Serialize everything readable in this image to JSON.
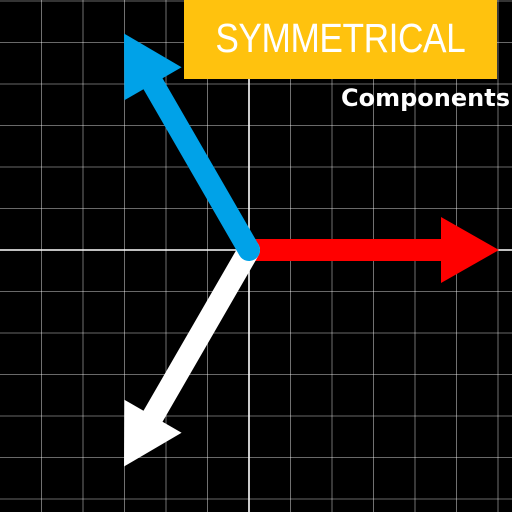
{
  "title": "SYMMETRICAL",
  "subtitle": "Components",
  "colors": {
    "background": "#000000",
    "grid": "#FFFFFF",
    "banner": "#FFC20E",
    "phasor_a": "#FF0000",
    "phasor_b": "#FFFFFF",
    "phasor_c": "#00A2E8"
  },
  "phasors": [
    {
      "name": "",
      "angle_deg": 0,
      "magnitude": 1,
      "color": "#FF0000"
    },
    {
      "name": "",
      "angle_deg": 240,
      "magnitude": 1,
      "color": "#FFFFFF"
    },
    {
      "name": "",
      "angle_deg": 120,
      "magnitude": 1,
      "color": "#00A2E8"
    }
  ]
}
